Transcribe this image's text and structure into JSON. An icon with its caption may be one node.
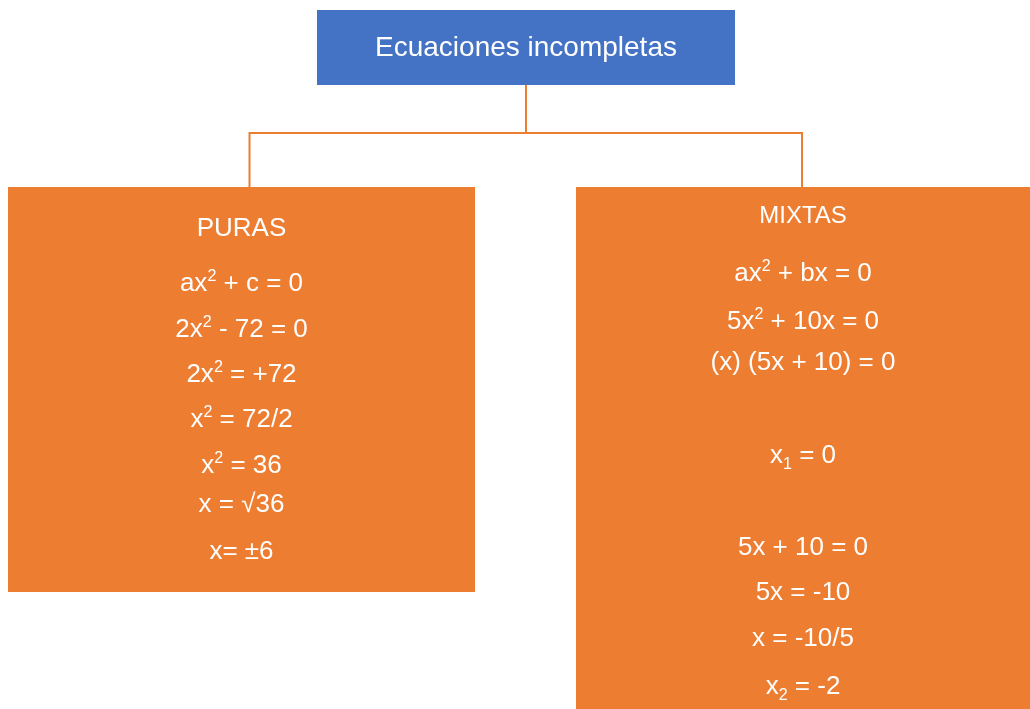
{
  "diagram": {
    "nodes": [
      {
        "text": [
          "Ecuaciones incompletas"
        ]
      },
      {
        "text": [
          "PURAS",
          "ax$^{2}$ + c = 0",
          "2x$^{2}$ - 72 = 0",
          "2x$^{2}$ = +72",
          "x$^{2}$ = 72/2",
          "x$^{2}$ = 36",
          "x = √36",
          "x= ±6"
        ]
      },
      {
        "text": [
          "MIXTAS",
          "ax$^{2}$ + bx = 0",
          "5x$^{2}$ + 10x = 0",
          "(x) (5x + 10) = 0",
          "x$_{1}$ = 0",
          "5x + 10 = 0",
          "5x = -10",
          "x = -10/5",
          "x$_{2}$ = -2"
        ]
      }
    ],
    "edges": [
      {
        "from": 0,
        "to": 1,
        "arrow": "none"
      },
      {
        "from": 0,
        "to": 2,
        "arrow": "none"
      }
    ]
  }
}
